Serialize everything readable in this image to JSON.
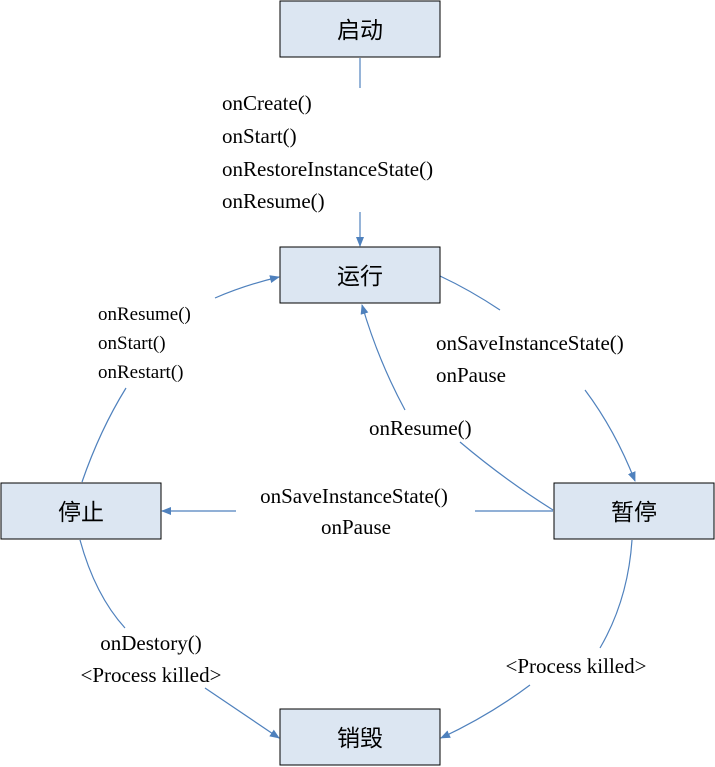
{
  "states": {
    "start": "启动",
    "running": "运行",
    "paused": "暂停",
    "stopped": "停止",
    "destroyed": "销毁"
  },
  "transitions": {
    "start_to_running": [
      "onCreate()",
      "onStart()",
      "onRestoreInstanceState()",
      "onResume()"
    ],
    "running_to_paused": [
      "onSaveInstanceState()",
      "onPause"
    ],
    "paused_to_running": [
      "onResume()"
    ],
    "paused_to_stopped": [
      "onSaveInstanceState()",
      "onPause"
    ],
    "stopped_to_running": [
      "onResume()",
      "onStart()",
      "onRestart()"
    ],
    "stopped_to_destroyed": [
      "onDestory()",
      "<Process killed>"
    ],
    "paused_to_destroyed": [
      "<Process killed>"
    ]
  },
  "colors": {
    "box_fill": "#dce6f2",
    "arrow": "#4f81bd"
  }
}
